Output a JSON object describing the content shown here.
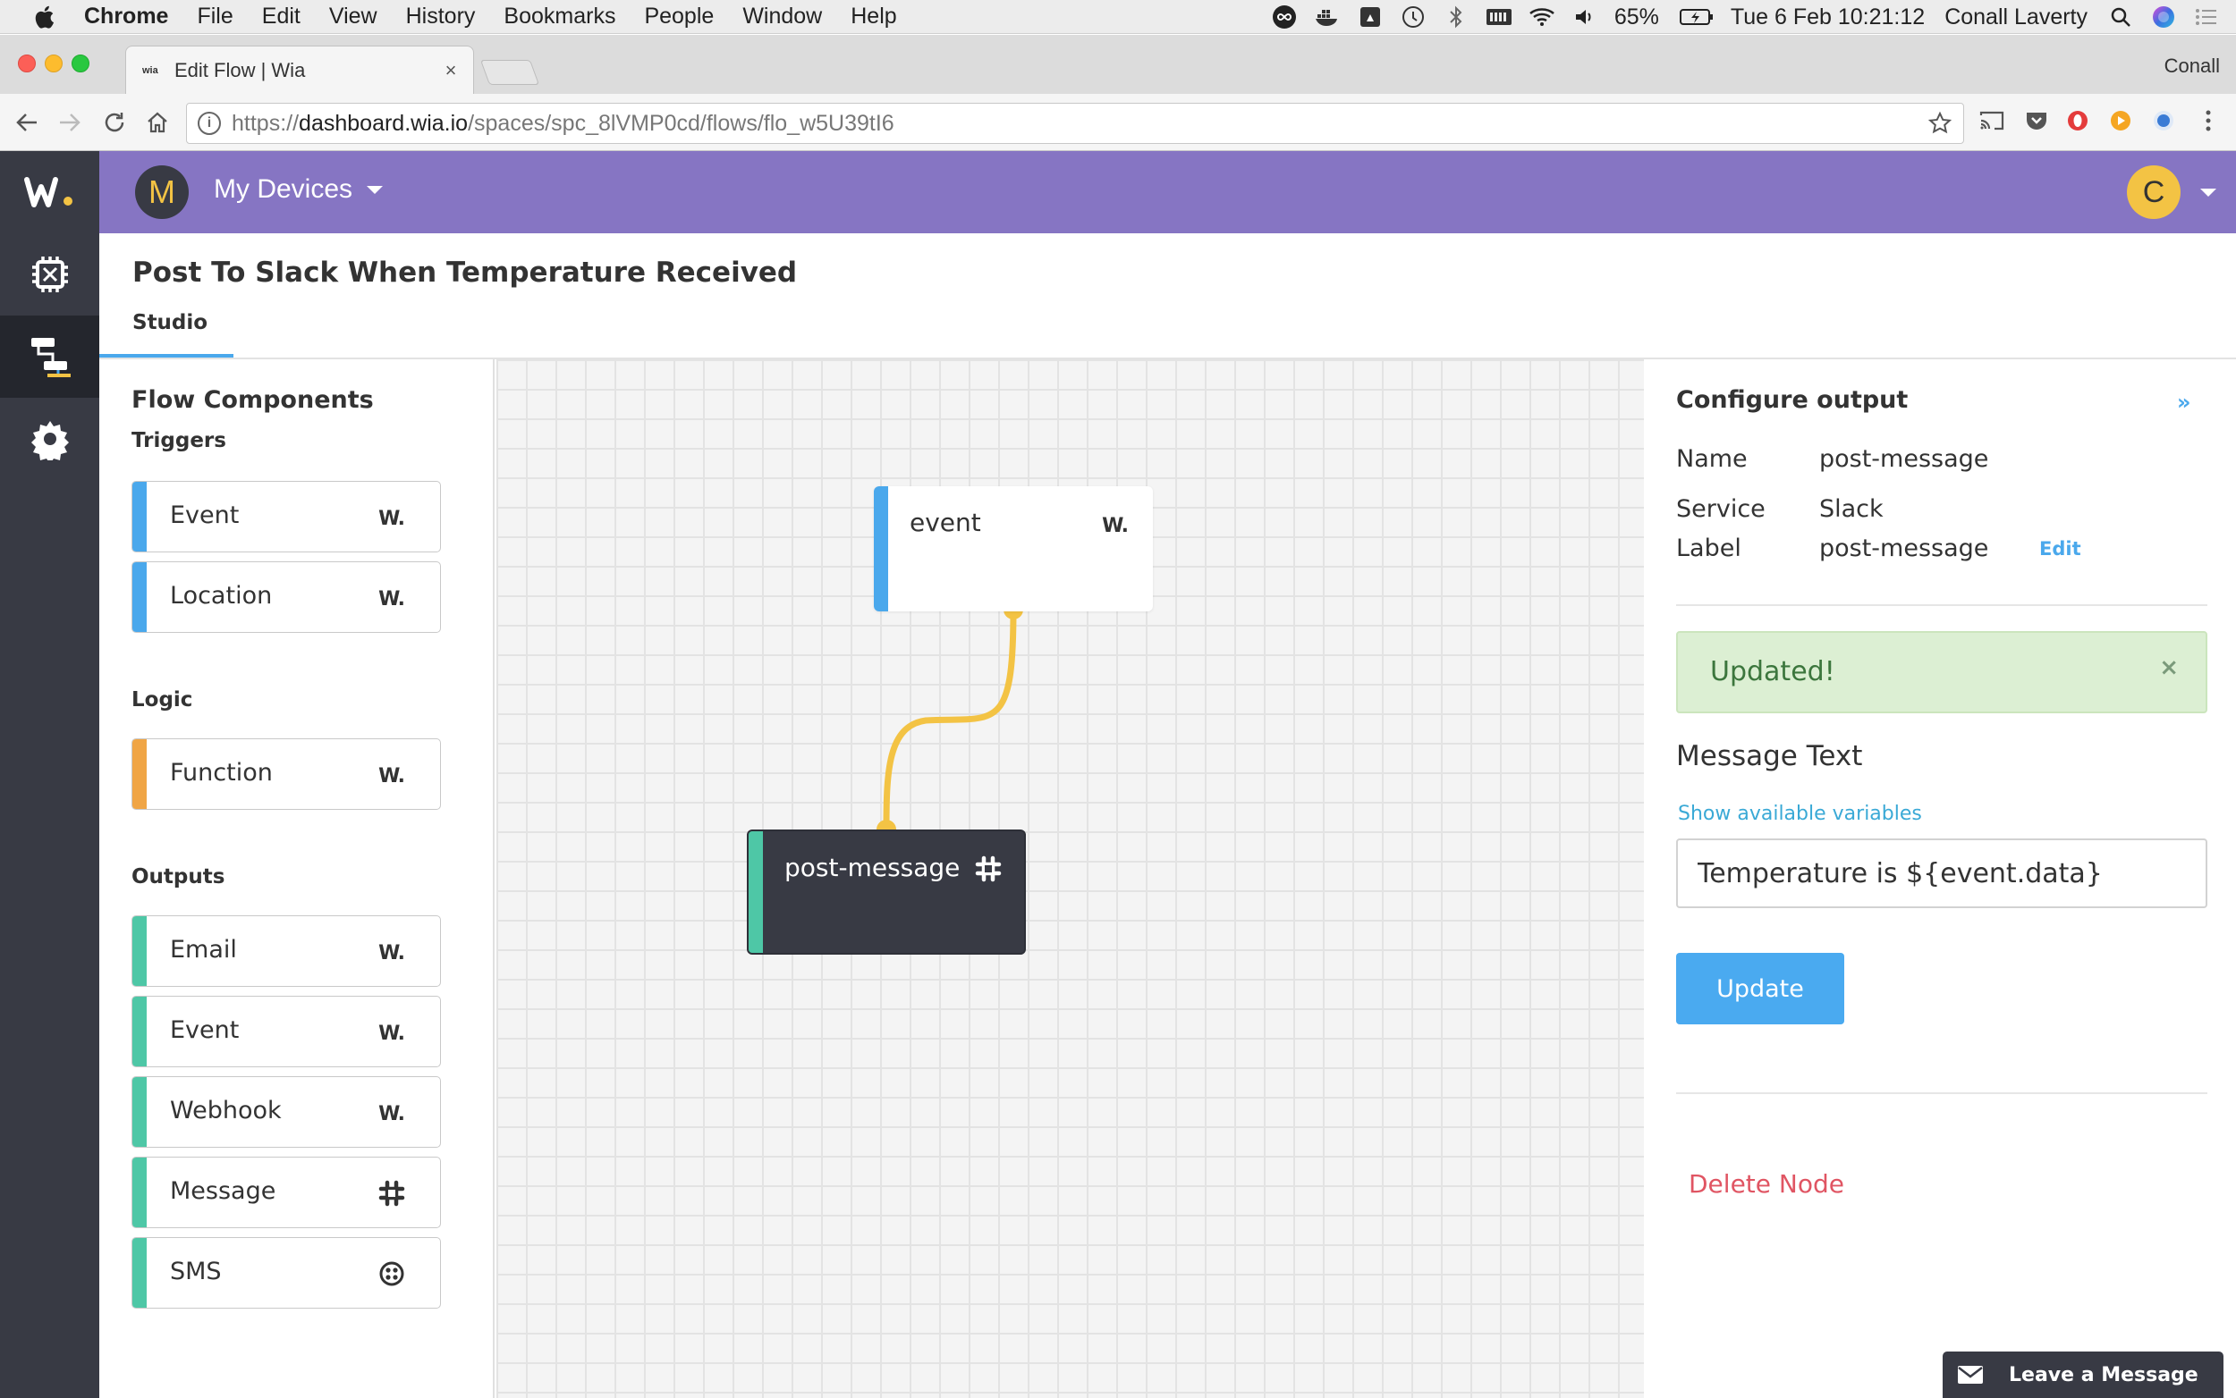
{
  "menubar": {
    "app": "Chrome",
    "items": [
      "File",
      "Edit",
      "View",
      "History",
      "Bookmarks",
      "People",
      "Window",
      "Help"
    ],
    "battery": "65%",
    "datetime": "Tue 6 Feb  10:21:12",
    "user": "Conall Laverty"
  },
  "browser": {
    "tab_title": "Edit Flow | Wia",
    "favicon_text": "wia",
    "profile": "Conall",
    "url_scheme": "https://",
    "url_host": "dashboard.wia.io",
    "url_path": "/spaces/spc_8lVMP0cd/flows/flo_w5U39tI6"
  },
  "header": {
    "space_initial": "M",
    "space_name": "My Devices",
    "user_initial": "C"
  },
  "page": {
    "title": "Post To Slack When Temperature Received",
    "tab": "Studio"
  },
  "components": {
    "heading": "Flow Components",
    "triggers_label": "Triggers",
    "triggers": [
      {
        "label": "Event",
        "icon": "wia-logo-icon"
      },
      {
        "label": "Location",
        "icon": "wia-logo-icon"
      }
    ],
    "logic_label": "Logic",
    "logic": [
      {
        "label": "Function",
        "icon": "wia-logo-icon"
      }
    ],
    "outputs_label": "Outputs",
    "outputs": [
      {
        "label": "Email",
        "icon": "wia-logo-icon"
      },
      {
        "label": "Event",
        "icon": "wia-logo-icon"
      },
      {
        "label": "Webhook",
        "icon": "wia-logo-icon"
      },
      {
        "label": "Message",
        "icon": "slack-icon"
      },
      {
        "label": "SMS",
        "icon": "twilio-icon"
      }
    ],
    "wia_mark": "W."
  },
  "canvas": {
    "nodes": {
      "event": "event",
      "post_message": "post-message"
    }
  },
  "config": {
    "title": "Configure output",
    "collapse": "»",
    "name_key": "Name",
    "name_val": "post-message",
    "service_key": "Service",
    "service_val": "Slack",
    "label_key": "Label",
    "label_val": "post-message",
    "edit": "Edit",
    "alert": "Updated!",
    "alert_close": "×",
    "message_label": "Message Text",
    "vars_link": "Show available variables",
    "message_value": "Temperature is ${event.data}",
    "update": "Update",
    "delete": "Delete Node"
  },
  "chat": {
    "label": "Leave a Message"
  },
  "colors": {
    "header": "#8675c3",
    "sidebar": "#383a44",
    "trigger": "#4aa8ec",
    "logic": "#f0a545",
    "output": "#4ec7a6",
    "wire": "#f3c344",
    "accent": "#4aaaf0",
    "danger": "#e05563"
  }
}
